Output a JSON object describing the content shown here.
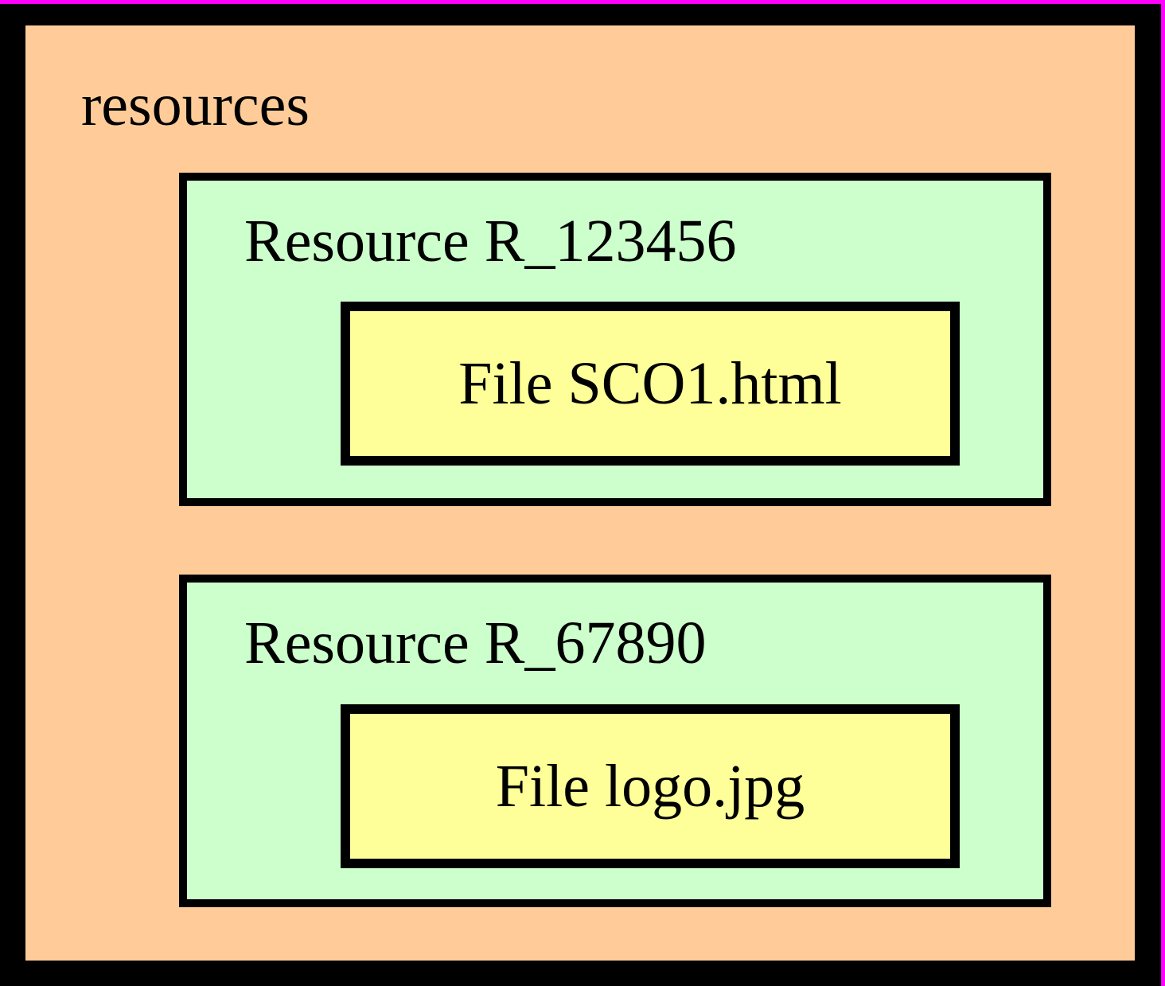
{
  "diagram": {
    "type": "uml-package-nesting",
    "package": {
      "name": "resources",
      "fill_color": "#ffcc99",
      "border_color": "#000000",
      "edge_highlight_color": "#ff00ff"
    },
    "resources": [
      {
        "label": "Resource R_123456",
        "fill_color": "#ccffcc",
        "file": {
          "label": "File SCO1.html",
          "fill_color": "#ffff99"
        }
      },
      {
        "label": "Resource R_67890",
        "fill_color": "#ccffcc",
        "file": {
          "label": "File logo.jpg",
          "fill_color": "#ffff99"
        }
      }
    ]
  }
}
